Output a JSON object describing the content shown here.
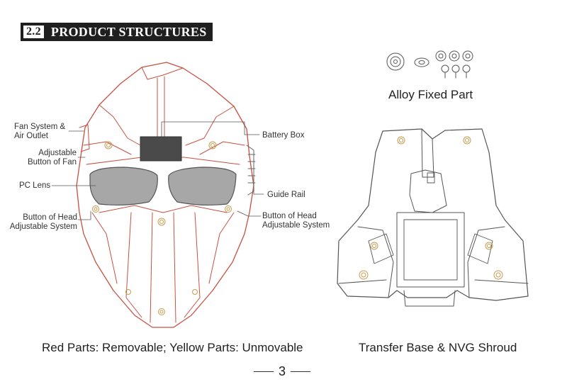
{
  "header": {
    "number": "2.2",
    "title": "PRODUCT STRUCTURES"
  },
  "left_labels": {
    "fan_system": "Fan System &\nAir Outlet",
    "adjustable_button": "Adjustable\nButton of Fan",
    "pc_lens": "PC Lens",
    "button_head_left": "Button of Head\nAdjustable System"
  },
  "right_labels": {
    "battery_box": "Battery Box",
    "guide_rail": "Guide Rail",
    "button_head_right": "Button of Head\nAdjustable System"
  },
  "alloy_caption": "Alloy Fixed Part",
  "mask_caption": "Red Parts: Removable; Yellow Parts: Unmovable",
  "shroud_caption": "Transfer Base & NVG Shroud",
  "page_number": "3"
}
